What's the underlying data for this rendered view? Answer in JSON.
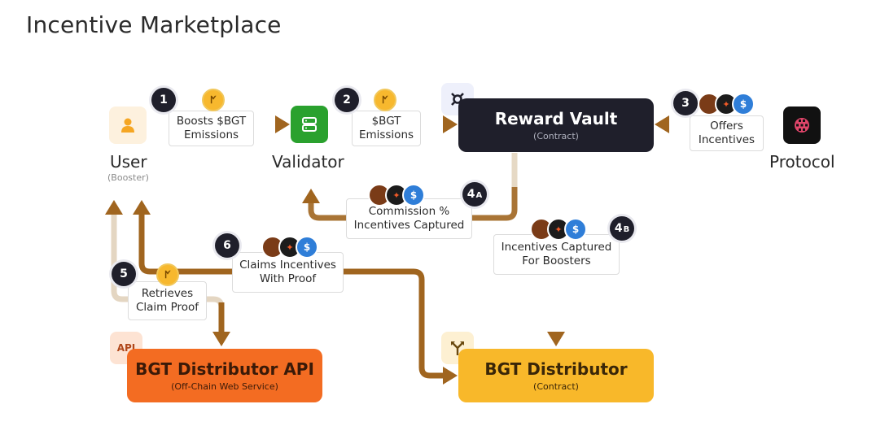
{
  "title": "Incentive Marketplace",
  "nodes": {
    "user": {
      "name": "User",
      "sub": "(Booster)"
    },
    "validator": {
      "name": "Validator"
    },
    "protocol": {
      "name": "Protocol"
    },
    "reward_vault": {
      "name": "Reward Vault",
      "sub": "(Contract)"
    },
    "bgt_distributor_api": {
      "name": "BGT Distributor API",
      "sub": "(Off-Chain Web Service)",
      "badge": "API"
    },
    "bgt_distributor": {
      "name": "BGT Distributor",
      "sub": "(Contract)"
    }
  },
  "steps": {
    "s1": {
      "num": "1",
      "lines": [
        "Boosts $BGT",
        "Emissions"
      ]
    },
    "s2": {
      "num": "2",
      "lines": [
        "$BGT",
        "Emissions"
      ]
    },
    "s3": {
      "num": "3",
      "lines": [
        "Offers",
        "Incentives"
      ]
    },
    "s4a": {
      "num": "4",
      "suffix": "A",
      "lines": [
        "Commission %",
        "Incentives Captured"
      ]
    },
    "s4b": {
      "num": "4",
      "suffix": "B",
      "lines": [
        "Incentives Captured",
        "For Boosters"
      ]
    },
    "s5": {
      "num": "5",
      "lines": [
        "Retrieves",
        "Claim Proof"
      ]
    },
    "s6": {
      "num": "6",
      "lines": [
        "Claims Incentives",
        "With Proof"
      ]
    }
  },
  "coin_glyphs": {
    "bgt": "ᖼ",
    "dark": "✦",
    "blue": "$"
  },
  "colors": {
    "arrow_brown": "#a0651f",
    "arrow_light": "#e4d6c2",
    "dark_box": "#1f1f2b",
    "orange": "#f36c22",
    "yellow": "#f8b82a",
    "validator_green": "#2aa12e"
  },
  "icons": {
    "user": "user-icon",
    "validator": "server-icon",
    "protocol": "protocol-logo-icon",
    "reward_vault": "vault-icon",
    "bgt_distributor": "split-arrow-icon"
  }
}
